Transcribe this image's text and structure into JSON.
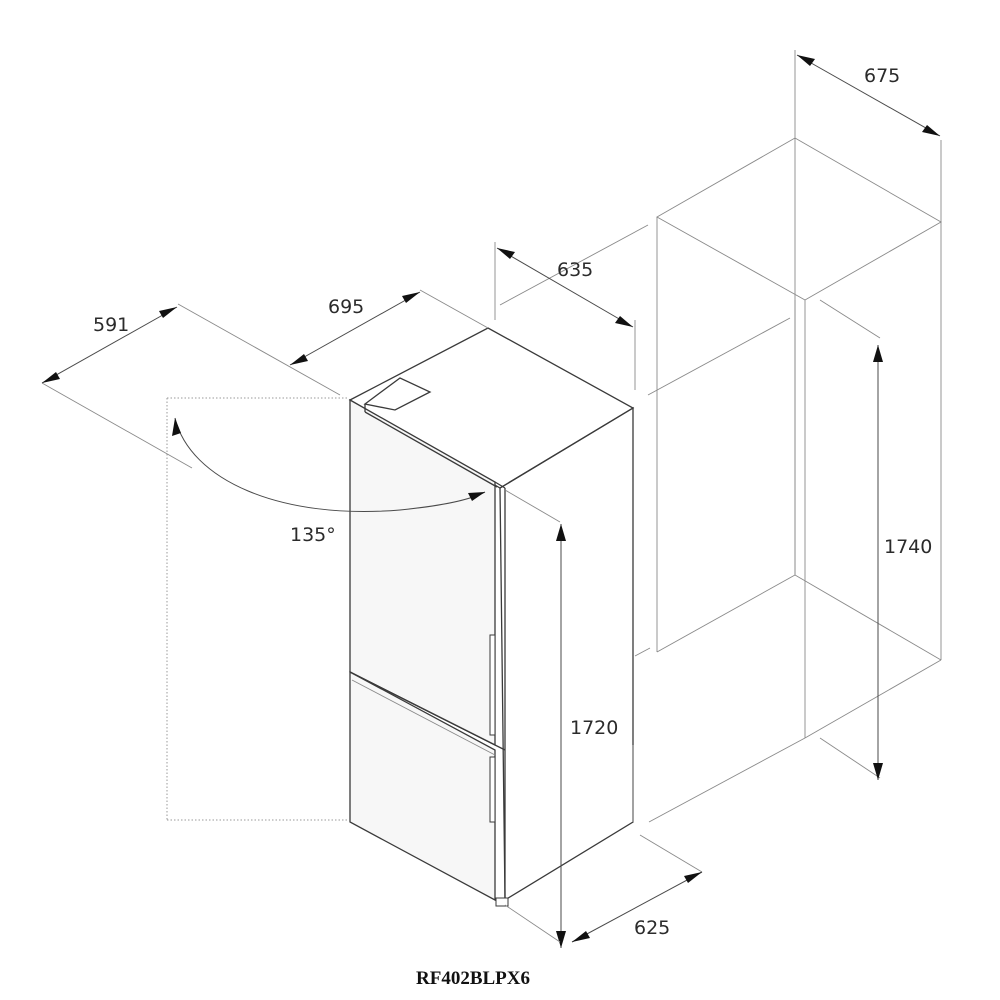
{
  "product": {
    "model": "RF402BLPX6"
  },
  "dimensions": {
    "niche_depth": "675",
    "niche_width": "635",
    "niche_height": "1740",
    "appliance_height": "1720",
    "appliance_width": "625",
    "depth_door_closed": "695",
    "depth_door_open": "591",
    "door_opening_angle": "135°"
  },
  "colors": {
    "line": "#3a3a3a",
    "arrow": "#111111",
    "text": "#2b2b2b"
  }
}
